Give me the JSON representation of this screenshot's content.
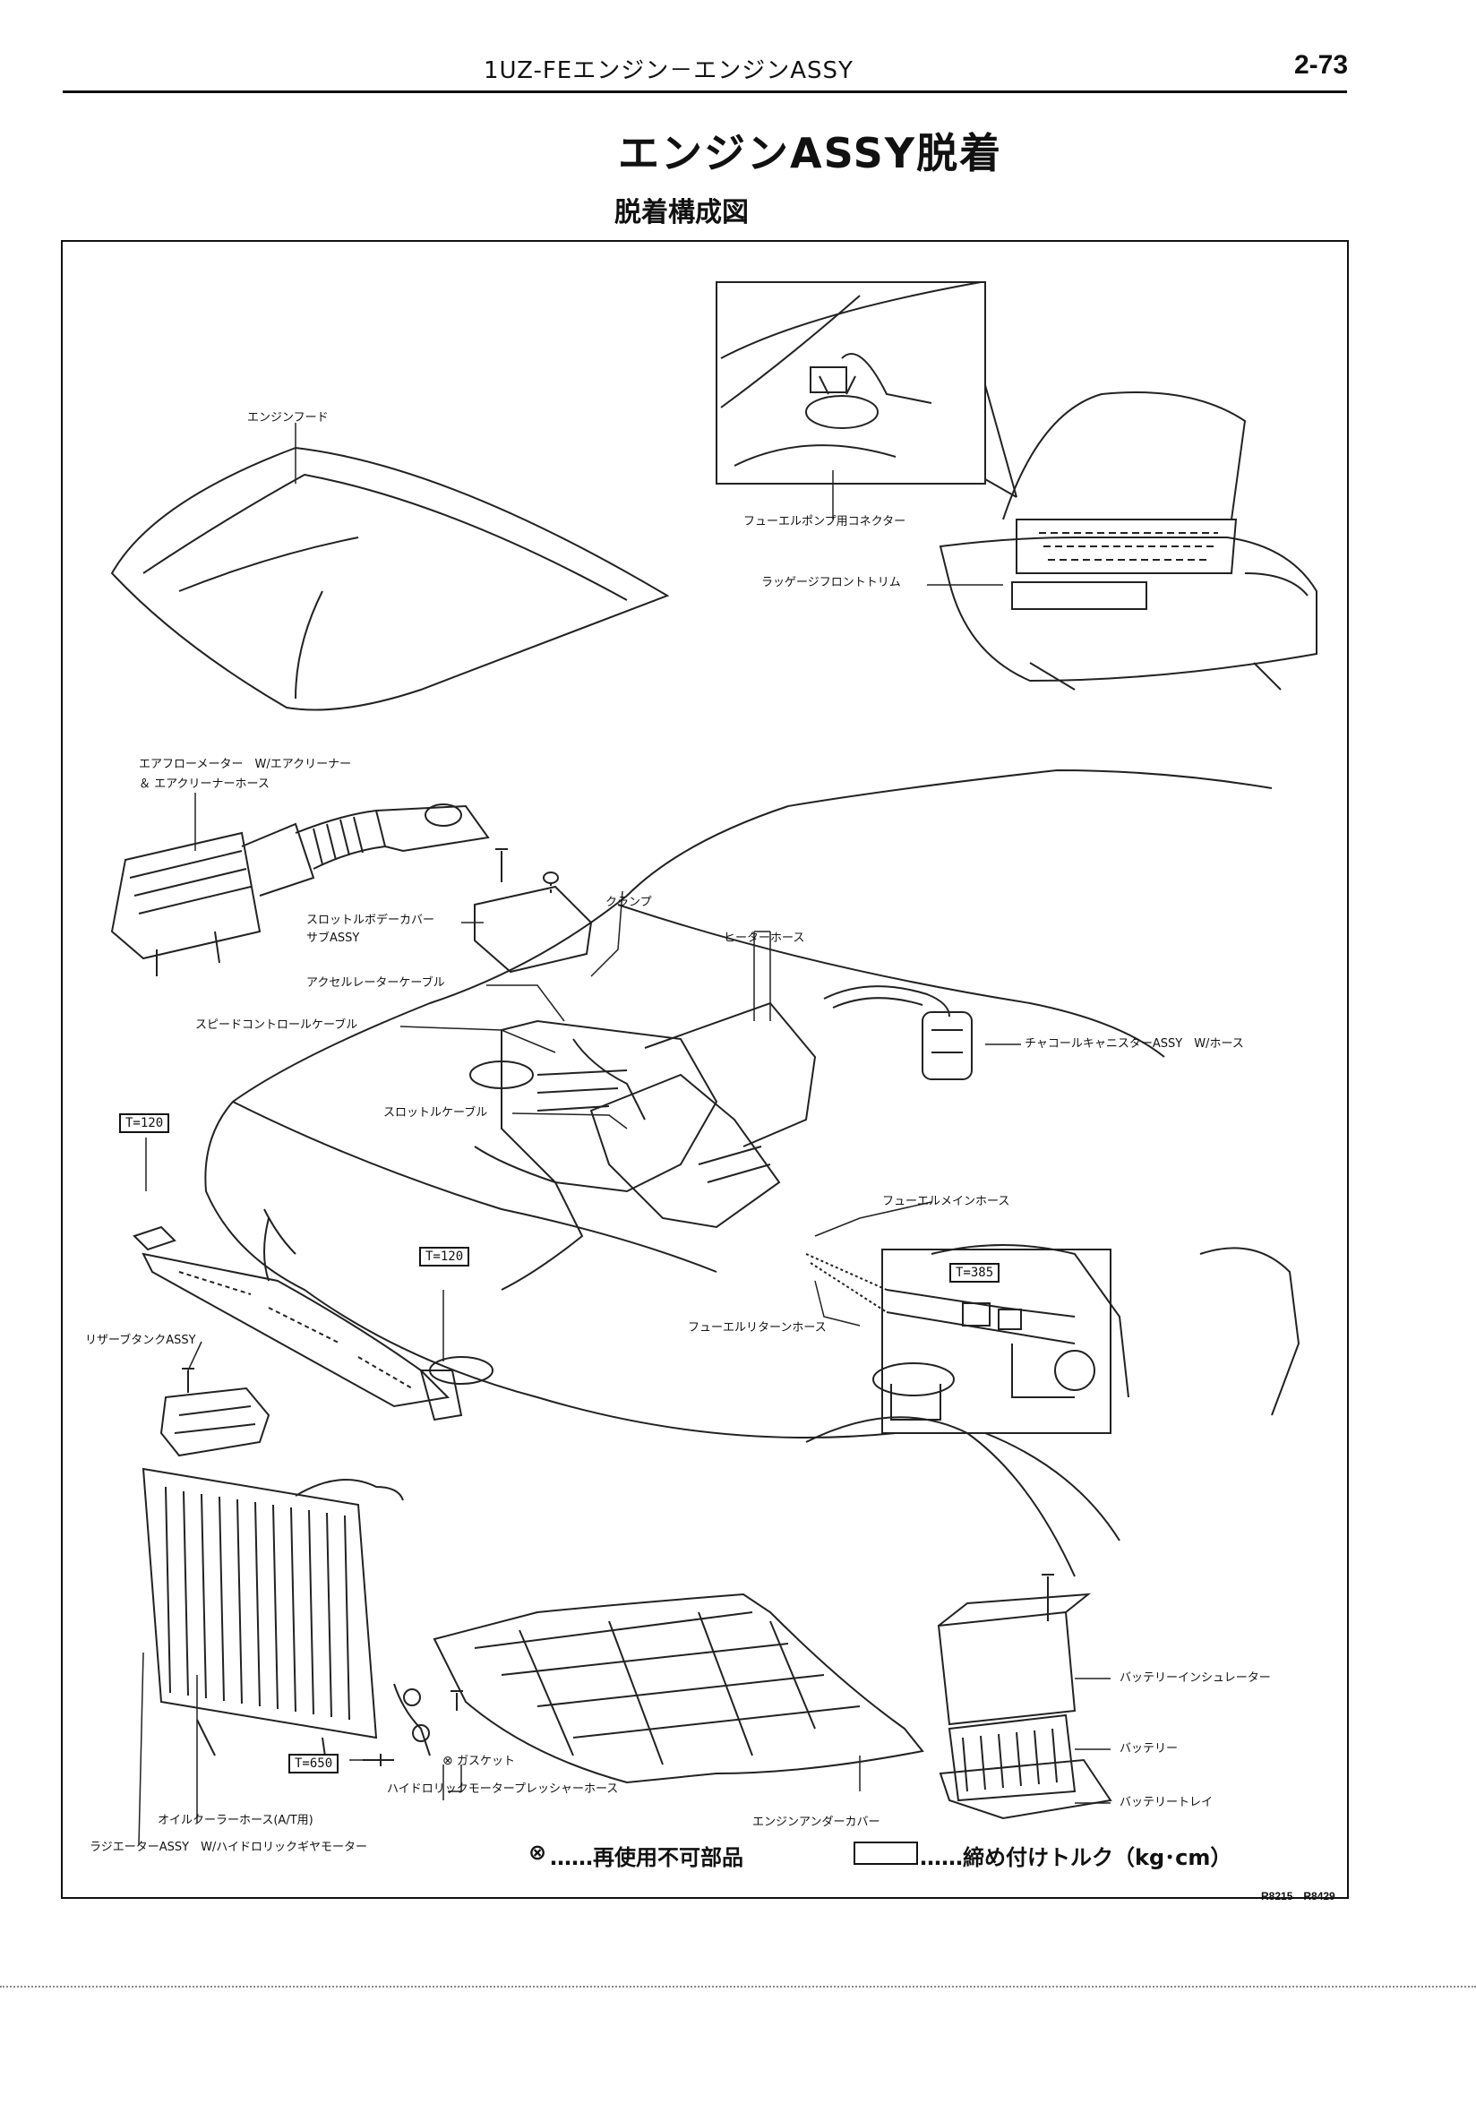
{
  "header": {
    "title": "1UZ-FEエンジン－エンジンASSY",
    "page_number": "2-73"
  },
  "section_title": "エンジンASSY脱着",
  "subtitle": "脱着構成図",
  "labels": {
    "engine_hood": "エンジンフード",
    "fuel_pump_connector": "フューエルポンプ用コネクター",
    "luggage_front_trim": "ラッゲージフロントトリム",
    "air_flow_meter_1": "エアフローメーター　W/エアクリーナー",
    "air_flow_meter_2": "＆ エアクリーナーホース",
    "clamp": "クランプ",
    "throttle_body_cover_1": "スロットルボデーカバー",
    "throttle_body_cover_2": "サブASSY",
    "heater_hose": "ヒーターホース",
    "accelerator_cable": "アクセルレーターケーブル",
    "speed_control_cable": "スピードコントロールケーブル",
    "charcoal_canister": "チャコールキャニスターASSY　W/ホース",
    "throttle_cable": "スロットルケーブル",
    "fuel_main_hose": "フューエルメインホース",
    "fuel_return_hose": "フューエルリターンホース",
    "reservoir_tank": "リザーブタンクASSY",
    "battery_insulator": "バッテリーインシュレーター",
    "gasket": "ガスケット",
    "battery": "バッテリー",
    "hydraulic_motor_pressure_hose": "ハイドロリックモータープレッシャーホース",
    "battery_tray": "バッテリートレイ",
    "oil_cooler_hose": "オイルクーラーホース(A/T用)",
    "engine_under_cover": "エンジンアンダーカバー",
    "radiator": "ラジエーターASSY　W/ハイドロリックギヤモーター"
  },
  "torque": {
    "t1": "T=120",
    "t2": "T=120",
    "t3": "T=385",
    "t4": "T=650"
  },
  "legend": {
    "non_reusable_symbol": "⊗",
    "non_reusable": "……再使用不可部品",
    "torque_text": "……締め付けトルク（kg･cm）"
  },
  "figure_code": "R8215　R8429"
}
